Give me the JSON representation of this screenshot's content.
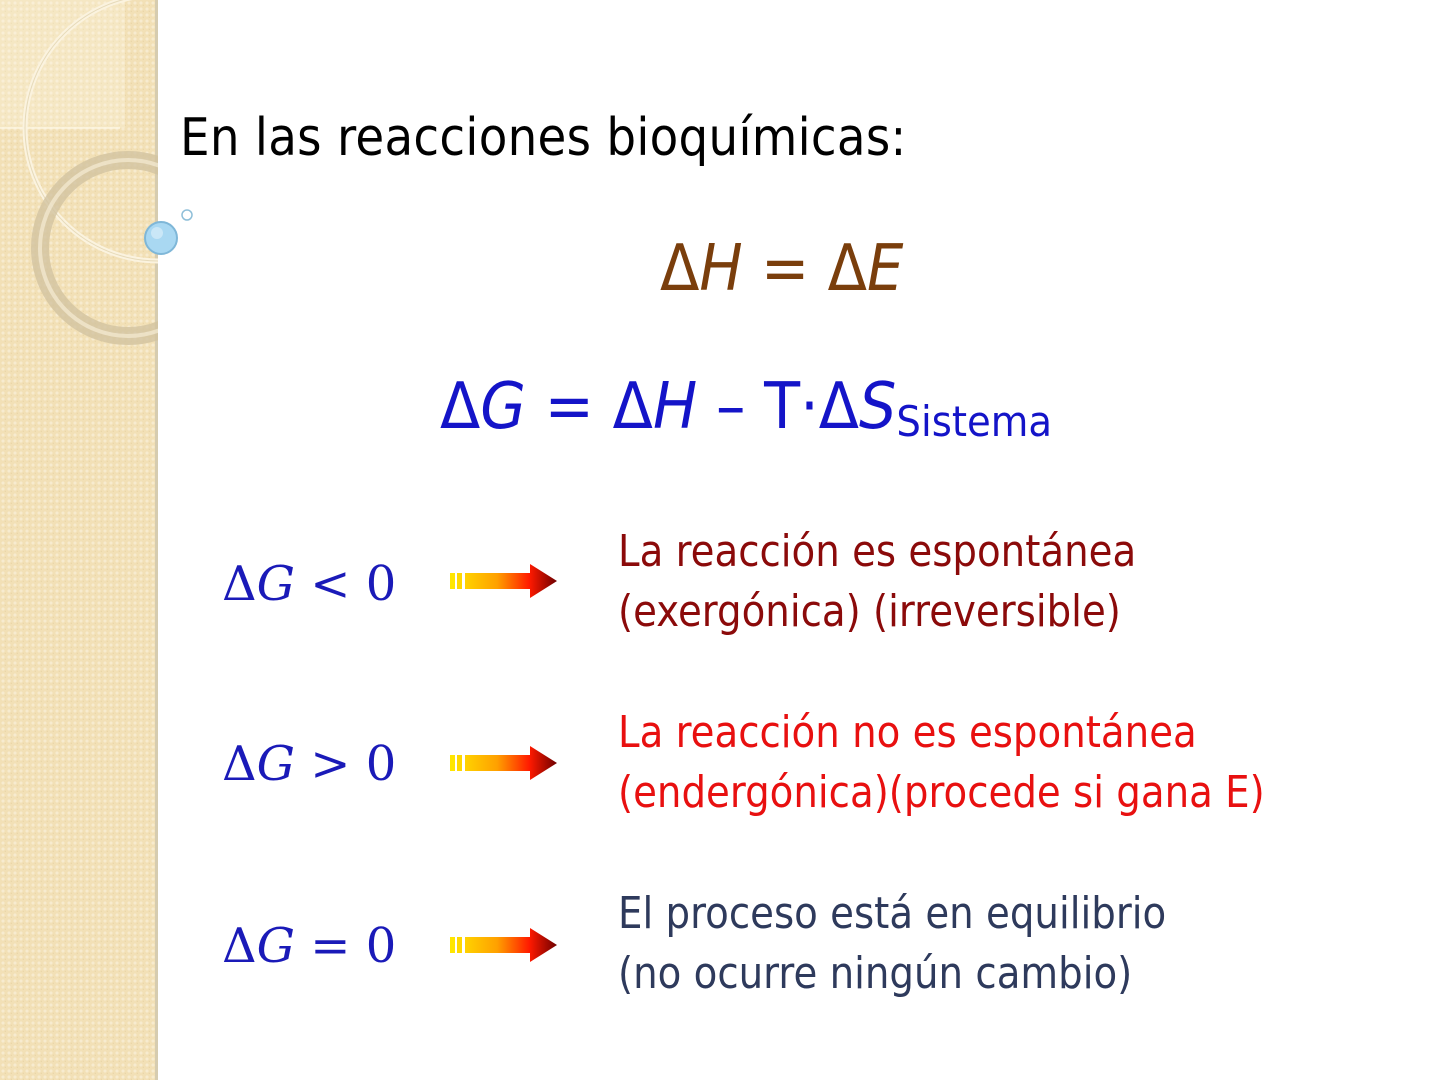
{
  "slide": {
    "title": "En las reacciones bioquímicas:",
    "equation_1": {
      "lhs_delta": "Δ",
      "lhs_var": "H",
      "equals": " = ",
      "rhs_delta": "Δ",
      "rhs_var": "E",
      "color": "#7a3e0c"
    },
    "equation_2": {
      "delta_g": "Δ",
      "g": "G",
      "equals": " = ",
      "delta_h": "Δ",
      "h": "H",
      "minus_t": " – T·",
      "delta_s": "Δ",
      "s": "S",
      "subscript": "Sistema",
      "color": "#1414c8"
    },
    "conditions": [
      {
        "delta": "Δ",
        "var": "G",
        "relation": " < 0",
        "line1": "La reacción es espontánea",
        "line2": "(exergónica) (irreversible)",
        "color": "#8b0a0a"
      },
      {
        "delta": "Δ",
        "var": "G",
        "relation": " > 0",
        "line1": "La reacción no es espontánea",
        "line2": "(endergónica)(procede  si gana E)",
        "color": "#e81010"
      },
      {
        "delta": "Δ",
        "var": "G",
        "relation": " = 0",
        "line1": "El proceso está en equilibrio",
        "line2": "(no ocurre ningún cambio)",
        "color": "#2e3a5c"
      }
    ],
    "arrow_icon": "gradient-right-arrow",
    "colors": {
      "sidebar": "#f2e0b6",
      "arrow_start": "#ffe000",
      "arrow_mid": "#ff2000",
      "arrow_end": "#7a0000",
      "bubble": "#a9d8f2"
    }
  }
}
